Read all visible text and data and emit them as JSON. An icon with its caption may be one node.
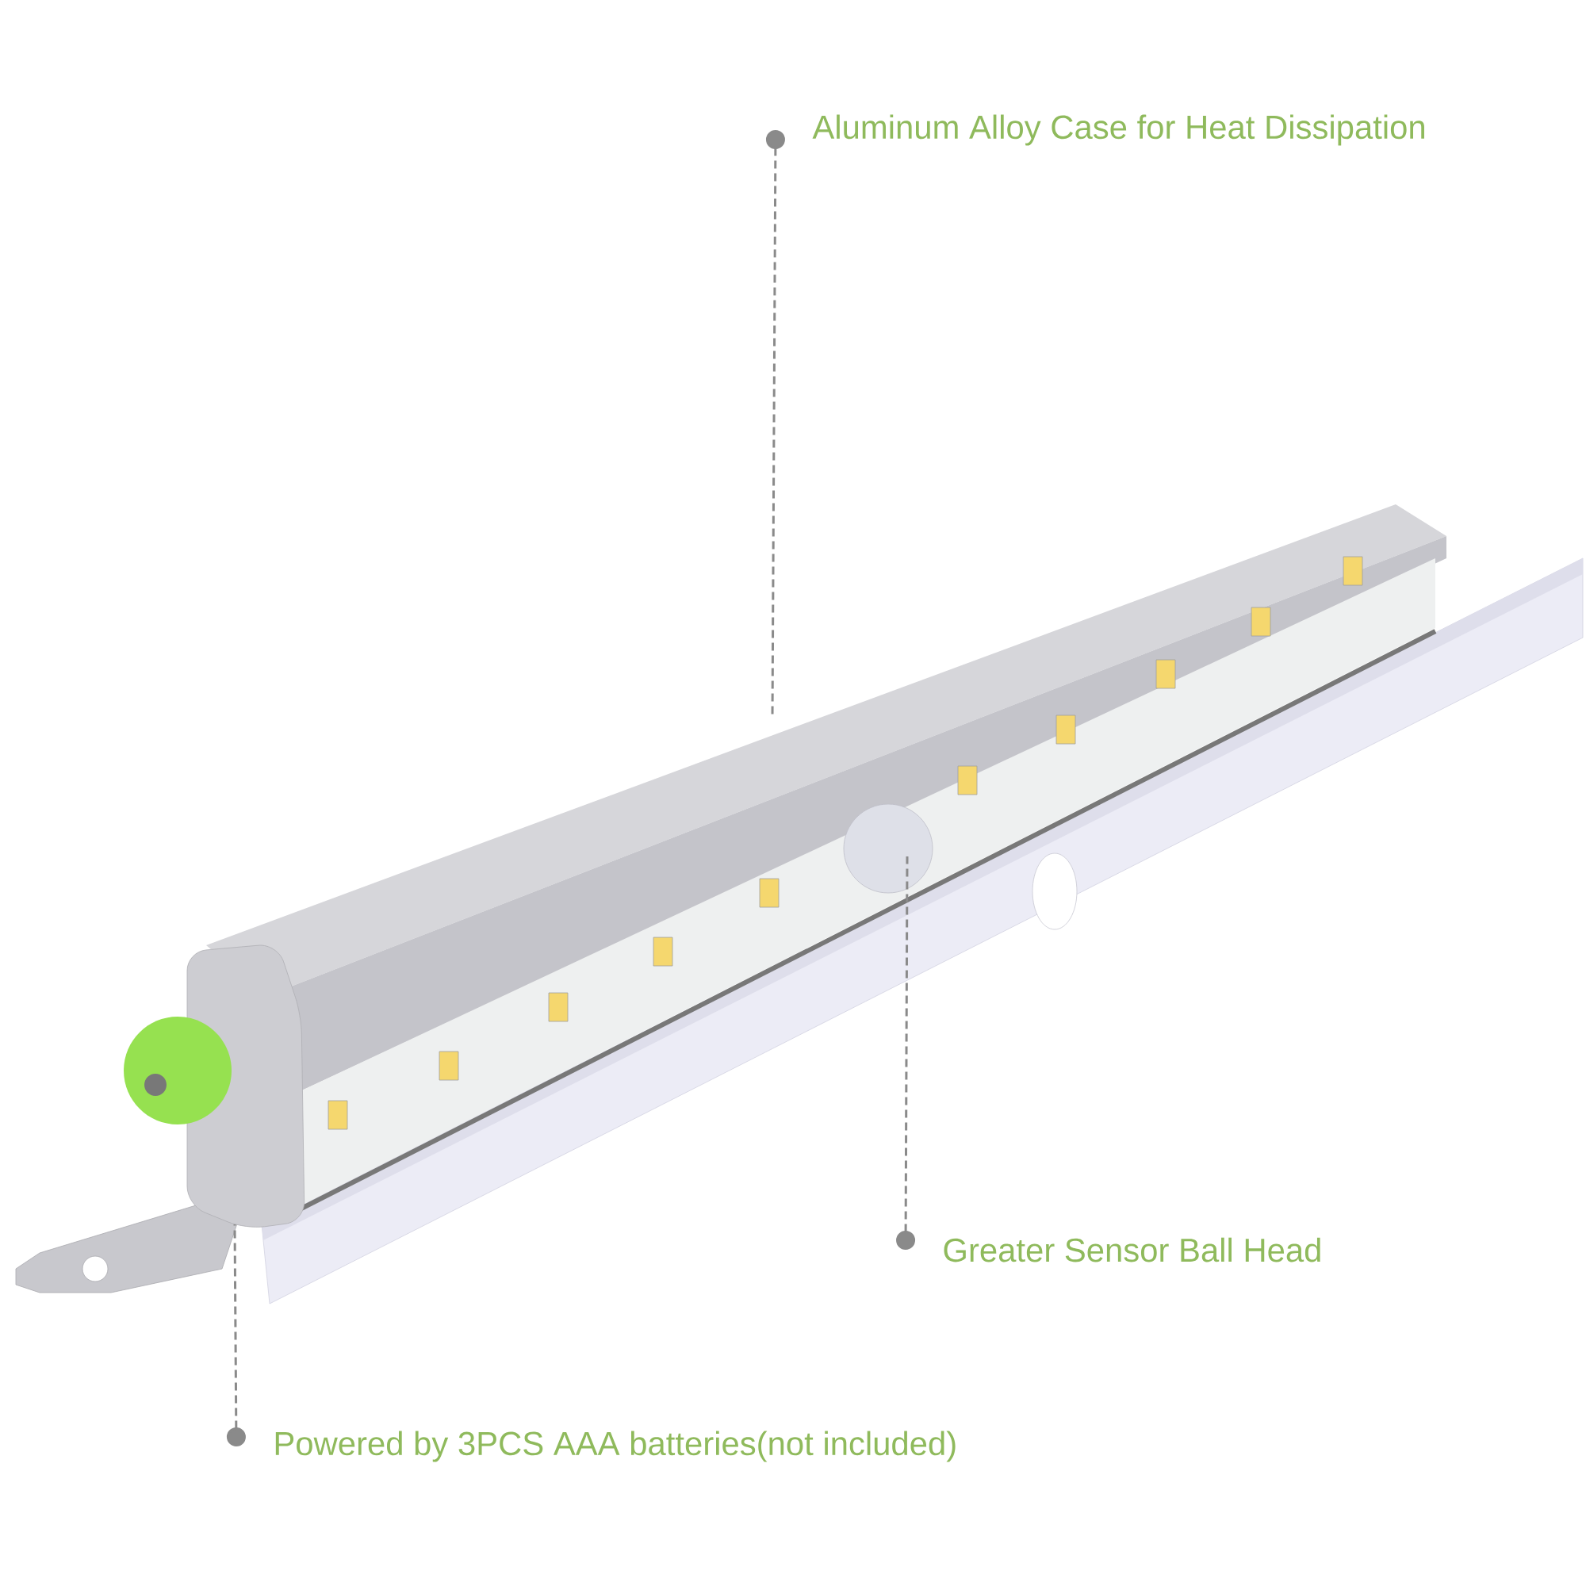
{
  "diagram": {
    "nodes": [
      {
        "text": [
          "Aluminum Alloy Case for Heat Dissipation"
        ]
      },
      {
        "text": [
          "Greater Sensor Ball Head"
        ]
      },
      {
        "text": [
          "Powered by 3PCS AAA batteries(not included)"
        ]
      }
    ],
    "edges": [
      {
        "from": 0,
        "to": null,
        "arrow": "other"
      },
      {
        "from": 1,
        "to": null,
        "arrow": "other"
      },
      {
        "from": 2,
        "to": null,
        "arrow": "other"
      }
    ]
  }
}
